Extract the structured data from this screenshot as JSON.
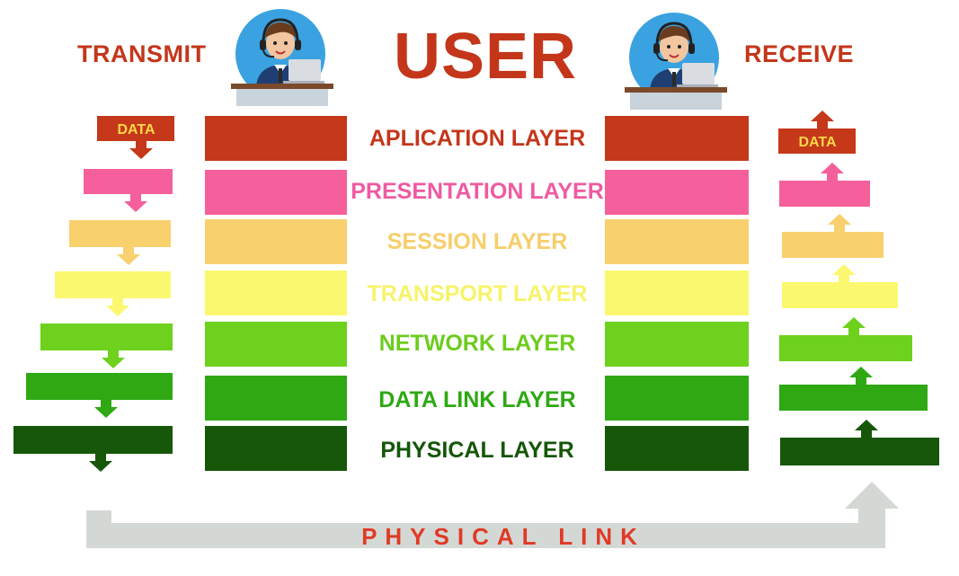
{
  "header": {
    "transmit": "TRANSMIT",
    "user": "USER",
    "receive": "RECEIVE"
  },
  "layers": [
    {
      "name": "APLICATION LAYER",
      "color": "#c5381a"
    },
    {
      "name": "PRESENTATION LAYER",
      "color": "#f5609c"
    },
    {
      "name": "SESSION LAYER",
      "color": "#f8d06e"
    },
    {
      "name": "TRANSPORT LAYER",
      "color": "#fbf870"
    },
    {
      "name": "NETWORK LAYER",
      "color": "#6ed11e"
    },
    {
      "name": "DATA LINK LAYER",
      "color": "#2fa814"
    },
    {
      "name": "PHYSICAL LAYER",
      "color": "#16570a"
    }
  ],
  "transmit_data_label": "DATA",
  "receive_data_label": "DATA",
  "physical_link": "PHYSICAL LINK",
  "link_color": "#d4d8d4",
  "icons": {
    "transmit_user": "user-headset-laptop-icon",
    "receive_user": "user-headset-laptop-icon",
    "down_arrow": "down-arrow-icon",
    "up_arrow": "up-arrow-icon"
  }
}
